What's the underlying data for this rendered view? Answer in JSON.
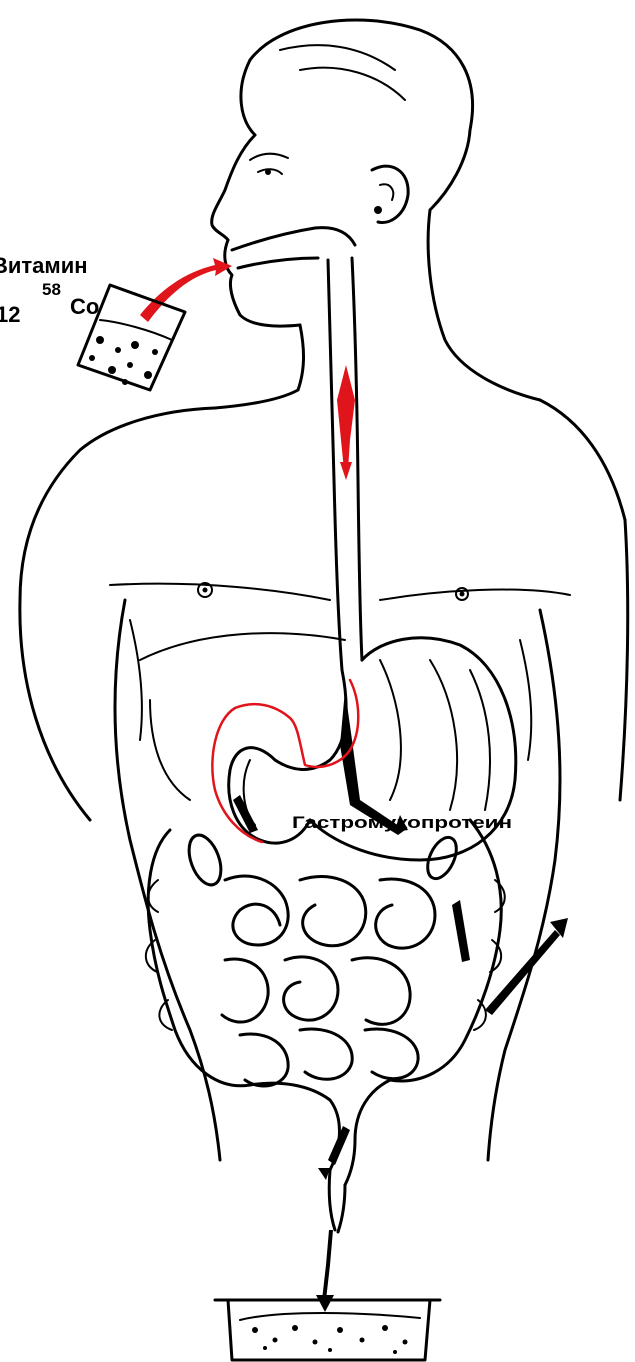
{
  "labels": {
    "vitamin_line1": "Витамин",
    "vitamin_line2_prefix": "12",
    "vitamin_isotope_mass": "58",
    "vitamin_element": "Co",
    "gastromucoprotein": "Гастромукопротеин"
  },
  "colors": {
    "line": "#000000",
    "tracer": "#e0141b",
    "background": "#ffffff"
  },
  "icons": {
    "glass": "drinking-glass-icon",
    "container": "stool-container-icon"
  }
}
